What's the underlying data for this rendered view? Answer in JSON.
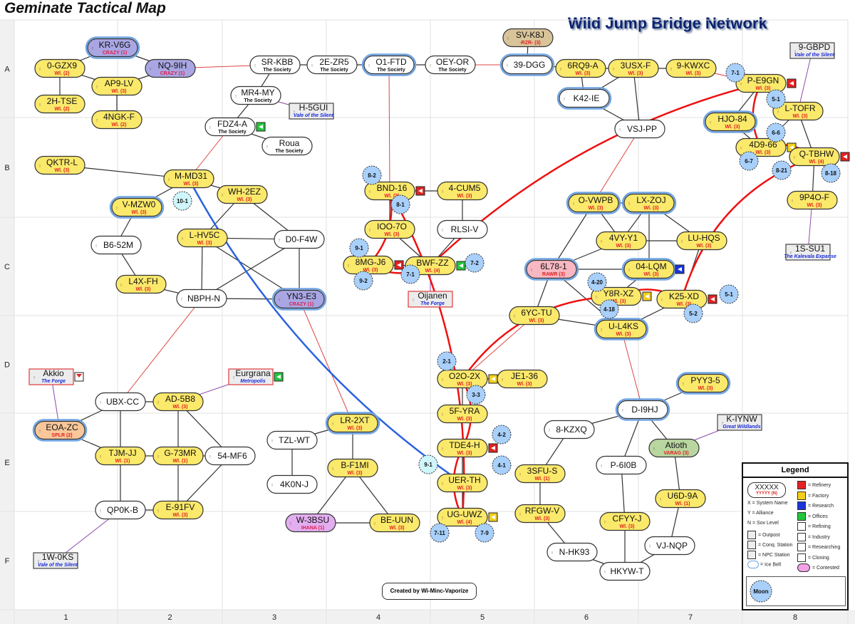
{
  "title": "Geminate Tactical Map",
  "subtitle": "Wild Jump Bridge Network",
  "credit": "Created by Wi-Minc-Vaporize",
  "colors": {
    "wl_yellow": "#fbe96b",
    "crazy_purple": "#a9a6e3",
    "npc_white": "#ffffff",
    "rzr_tan": "#d9c49a",
    "rawr_pink": "#f7b8c2",
    "splr_orange": "#f9c79a",
    "ihana_violet": "#e3aef0",
    "varag_green": "#b9d6a0",
    "ice_belt_blue": "#6fa4e4",
    "jump_red": "#ee1111",
    "jump_blue": "#2a62e0",
    "moon_blue": "#a8d0fb",
    "moon_cyan": "#cff6fb"
  },
  "grid": {
    "rows": [
      "A",
      "B",
      "C",
      "D",
      "E",
      "F"
    ],
    "cols": [
      "1",
      "2",
      "3",
      "4",
      "5",
      "6",
      "7",
      "8"
    ]
  },
  "systems": [
    {
      "name": "KR-V6G",
      "alliance": "CRAZY (1)",
      "type": "crazy",
      "ice": true
    },
    {
      "name": "0-GZX9",
      "alliance": "Wl. (2)",
      "type": "wl"
    },
    {
      "name": "NQ-9IH",
      "alliance": "CRAZY (1)",
      "type": "crazy"
    },
    {
      "name": "AP9-LV",
      "alliance": "Wl. (3)",
      "type": "wl"
    },
    {
      "name": "2H-TSE",
      "alliance": "Wl. (2)",
      "type": "wl"
    },
    {
      "name": "4NGK-F",
      "alliance": "Wl. (2)",
      "type": "wl"
    },
    {
      "name": "SR-KBB",
      "alliance": "The Society",
      "type": "npc"
    },
    {
      "name": "2E-ZR5",
      "alliance": "The Society",
      "type": "npc"
    },
    {
      "name": "O1-FTD",
      "alliance": "The Society",
      "type": "npc",
      "ice": true
    },
    {
      "name": "OEY-OR",
      "alliance": "The Society",
      "type": "npc"
    },
    {
      "name": "MR4-MY",
      "alliance": "The Society",
      "type": "npc"
    },
    {
      "name": "H-5GUI",
      "alliance": "Vale of the Silent",
      "type": "box"
    },
    {
      "name": "FDZ4-A",
      "alliance": "The Society",
      "type": "npc",
      "station": "offices"
    },
    {
      "name": "Roua",
      "alliance": "The Society",
      "type": "npc"
    },
    {
      "name": "SV-K8J",
      "alliance": "-RZR- (3)",
      "type": "rzr"
    },
    {
      "name": "39-DGG",
      "alliance": "",
      "type": "npc",
      "ice": true
    },
    {
      "name": "6RQ9-A",
      "alliance": "Wl. (3)",
      "type": "wl"
    },
    {
      "name": "3USX-F",
      "alliance": "Wl. (3)",
      "type": "wl"
    },
    {
      "name": "9-KWXC",
      "alliance": "Wl. (3)",
      "type": "wl"
    },
    {
      "name": "K42-IE",
      "alliance": "",
      "type": "npc",
      "ice": true
    },
    {
      "name": "VSJ-PP",
      "alliance": "",
      "type": "npc"
    },
    {
      "name": "9-GBPD",
      "alliance": "Vale of the Silent",
      "type": "box"
    },
    {
      "name": "P-E9GN",
      "alliance": "Wl. (3)",
      "type": "wl",
      "station": "refinery"
    },
    {
      "name": "L-TOFR",
      "alliance": "Wl. (3)",
      "type": "wl"
    },
    {
      "name": "HJO-84",
      "alliance": "Wl. (3)",
      "type": "wl",
      "ice": true
    },
    {
      "name": "4D9-66",
      "alliance": "Wl. (3)",
      "type": "wl",
      "station": "factory"
    },
    {
      "name": "Q-TBHW",
      "alliance": "Wl. (4)",
      "type": "wl",
      "station": "refinery"
    },
    {
      "name": "9P4O-F",
      "alliance": "Wl. (3)",
      "type": "wl"
    },
    {
      "name": "1S-SU1",
      "alliance": "The Kalevala Expanse",
      "type": "box"
    },
    {
      "name": "QKTR-L",
      "alliance": "Wl. (3)",
      "type": "wl"
    },
    {
      "name": "M-MD31",
      "alliance": "Wl. (3)",
      "type": "wl"
    },
    {
      "name": "WH-2EZ",
      "alliance": "Wl. (3)",
      "type": "wl"
    },
    {
      "name": "V-MZW0",
      "alliance": "Wl. (3)",
      "type": "wl",
      "ice": true
    },
    {
      "name": "L-HV5C",
      "alliance": "Wl. (3)",
      "type": "wl"
    },
    {
      "name": "D0-F4W",
      "alliance": "",
      "type": "npc"
    },
    {
      "name": "B6-52M",
      "alliance": "",
      "type": "npc"
    },
    {
      "name": "L4X-FH",
      "alliance": "Wl. (3)",
      "type": "wl"
    },
    {
      "name": "NBPH-N",
      "alliance": "",
      "type": "npc"
    },
    {
      "name": "YN3-E3",
      "alliance": "CRAZY (1)",
      "type": "crazy",
      "ice": true
    },
    {
      "name": "BND-16",
      "alliance": "Wl. (3)",
      "type": "wl",
      "station": "refinery"
    },
    {
      "name": "4-CUM5",
      "alliance": "Wl. (3)",
      "type": "wl"
    },
    {
      "name": "IOO-7O",
      "alliance": "Wl. (3)",
      "type": "wl"
    },
    {
      "name": "RLSI-V",
      "alliance": "",
      "type": "npc"
    },
    {
      "name": "8MG-J6",
      "alliance": "Wl. (3)",
      "type": "wl",
      "station": "refinery"
    },
    {
      "name": "BWF-ZZ",
      "alliance": "Wl. (4)",
      "type": "wl",
      "station": "offices"
    },
    {
      "name": "Oijanen",
      "alliance": "The Forge",
      "type": "boxred"
    },
    {
      "name": "O-VWPB",
      "alliance": "Wl. (3)",
      "type": "wl",
      "ice": true
    },
    {
      "name": "LX-ZOJ",
      "alliance": "Wl. (3)",
      "type": "wl",
      "ice": true
    },
    {
      "name": "4VY-Y1",
      "alliance": "Wl. (3)",
      "type": "wl"
    },
    {
      "name": "LU-HQS",
      "alliance": "Wl. (3)",
      "type": "wl"
    },
    {
      "name": "6L78-1",
      "alliance": "RAWR (3)",
      "type": "rawr",
      "ice": true
    },
    {
      "name": "04-LQM",
      "alliance": "Wl. (3)",
      "type": "wl",
      "ice": true,
      "station": "research"
    },
    {
      "name": "Y8R-XZ",
      "alliance": "Wl. (3)",
      "type": "wl",
      "station": "factory"
    },
    {
      "name": "K25-XD",
      "alliance": "Wl. (3)",
      "type": "wl",
      "station": "refinery"
    },
    {
      "name": "6YC-TU",
      "alliance": "Wl. (3)",
      "type": "wl"
    },
    {
      "name": "U-L4KS",
      "alliance": "Wl. (3)",
      "type": "wl",
      "ice": true
    },
    {
      "name": "Akkio",
      "alliance": "The Forge",
      "type": "boxred",
      "station": "refining"
    },
    {
      "name": "Eurgrana",
      "alliance": "Metropolis",
      "type": "boxred",
      "station": "offices"
    },
    {
      "name": "UBX-CC",
      "alliance": "",
      "type": "npc"
    },
    {
      "name": "AD-5B8",
      "alliance": "Wl. (3)",
      "type": "wl"
    },
    {
      "name": "EOA-ZC",
      "alliance": "SPLR (2)",
      "type": "splr",
      "ice": true
    },
    {
      "name": "TJM-JJ",
      "alliance": "Wl. (1)",
      "type": "wl"
    },
    {
      "name": "G-73MR",
      "alliance": "Wl. (1)",
      "type": "wl"
    },
    {
      "name": "54-MF6",
      "alliance": "",
      "type": "npc"
    },
    {
      "name": "QP0K-B",
      "alliance": "",
      "type": "npc"
    },
    {
      "name": "E-91FV",
      "alliance": "Wl. (3)",
      "type": "wl"
    },
    {
      "name": "1W-0KS",
      "alliance": "Vale of the Silent",
      "type": "box"
    },
    {
      "name": "LR-2XT",
      "alliance": "Wl. (3)",
      "type": "wl",
      "ice": true
    },
    {
      "name": "TZL-WT",
      "alliance": "",
      "type": "npc"
    },
    {
      "name": "4K0N-J",
      "alliance": "",
      "type": "npc"
    },
    {
      "name": "B-F1MI",
      "alliance": "Wl. (3)",
      "type": "wl"
    },
    {
      "name": "W-3BSU",
      "alliance": "IHANA (1)",
      "type": "ihana"
    },
    {
      "name": "BE-UUN",
      "alliance": "Wl. (3)",
      "type": "wl"
    },
    {
      "name": "O2O-2X",
      "alliance": "Wl. (3)",
      "type": "wl",
      "station": "factory"
    },
    {
      "name": "JE1-36",
      "alliance": "Wl. (3)",
      "type": "wl"
    },
    {
      "name": "5F-YRA",
      "alliance": "Wl. (3)",
      "type": "wl"
    },
    {
      "name": "TDE4-H",
      "alliance": "Wl. (3)",
      "type": "wl",
      "station": "refinery"
    },
    {
      "name": "UER-TH",
      "alliance": "Wl. (3)",
      "type": "wl"
    },
    {
      "name": "UG-UWZ",
      "alliance": "Wl. (4)",
      "type": "wl",
      "station": "factory"
    },
    {
      "name": "D-I9HJ",
      "alliance": "",
      "type": "npc",
      "ice": true
    },
    {
      "name": "PYY3-5",
      "alliance": "Wl. (3)",
      "type": "wl",
      "ice": true
    },
    {
      "name": "K-IYNW",
      "alliance": "Great Wildlands",
      "type": "box"
    },
    {
      "name": "8-KZXQ",
      "alliance": "",
      "type": "npc"
    },
    {
      "name": "Atioth",
      "alliance": "VARAG (3)",
      "type": "varag"
    },
    {
      "name": "P-6I0B",
      "alliance": "",
      "type": "npc"
    },
    {
      "name": "3SFU-S",
      "alliance": "Wl. (1)",
      "type": "wl"
    },
    {
      "name": "U6D-9A",
      "alliance": "Wl. (1)",
      "type": "wl"
    },
    {
      "name": "RFGW-V",
      "alliance": "Wl. (3)",
      "type": "wl"
    },
    {
      "name": "CFYY-J",
      "alliance": "Wl. (3)",
      "type": "wl"
    },
    {
      "name": "VJ-NQP",
      "alliance": "",
      "type": "npc"
    },
    {
      "name": "N-HK93",
      "alliance": "",
      "type": "npc"
    },
    {
      "name": "HKYW-T",
      "alliance": "",
      "type": "npc"
    }
  ],
  "connections": [
    [
      "KR-V6G",
      "0-GZX9",
      "gate"
    ],
    [
      "KR-V6G",
      "NQ-9IH",
      "gate"
    ],
    [
      "0-GZX9",
      "AP9-LV",
      "gate"
    ],
    [
      "NQ-9IH",
      "AP9-LV",
      "gate"
    ],
    [
      "0-GZX9",
      "2H-TSE",
      "gate"
    ],
    [
      "AP9-LV",
      "4NGK-F",
      "gate"
    ],
    [
      "NQ-9IH",
      "SR-KBB",
      "region"
    ],
    [
      "SR-KBB",
      "2E-ZR5",
      "gate"
    ],
    [
      "2E-ZR5",
      "O1-FTD",
      "gate"
    ],
    [
      "O1-FTD",
      "OEY-OR",
      "gate"
    ],
    [
      "OEY-OR",
      "39-DGG",
      "region"
    ],
    [
      "SR-KBB",
      "MR4-MY",
      "gate"
    ],
    [
      "MR4-MY",
      "H-5GUI",
      "const"
    ],
    [
      "MR4-MY",
      "FDZ4-A",
      "gate"
    ],
    [
      "FDZ4-A",
      "Roua",
      "gate"
    ],
    [
      "FDZ4-A",
      "M-MD31",
      "region"
    ],
    [
      "O1-FTD",
      "BND-16",
      "region"
    ],
    [
      "39-DGG",
      "SV-K8J",
      "gate"
    ],
    [
      "39-DGG",
      "6RQ9-A",
      "gate"
    ],
    [
      "6RQ9-A",
      "3USX-F",
      "gate"
    ],
    [
      "3USX-F",
      "9-KWXC",
      "gate"
    ],
    [
      "6RQ9-A",
      "K42-IE",
      "gate"
    ],
    [
      "K42-IE",
      "3USX-F",
      "gate"
    ],
    [
      "K42-IE",
      "VSJ-PP",
      "gate"
    ],
    [
      "3USX-F",
      "VSJ-PP",
      "gate"
    ],
    [
      "9-KWXC",
      "P-E9GN",
      "region"
    ],
    [
      "P-E9GN",
      "HJO-84",
      "gate"
    ],
    [
      "HJO-84",
      "4D9-66",
      "gate"
    ],
    [
      "L-TOFR",
      "4D9-66",
      "gate"
    ],
    [
      "L-TOFR",
      "Q-TBHW",
      "gate"
    ],
    [
      "9-GBPD",
      "L-TOFR",
      "const"
    ],
    [
      "Q-TBHW",
      "9P4O-F",
      "gate"
    ],
    [
      "9P4O-F",
      "1S-SU1",
      "const"
    ],
    [
      "VSJ-PP",
      "O-VWPB",
      "region"
    ],
    [
      "QKTR-L",
      "M-MD31",
      "gate"
    ],
    [
      "M-MD31",
      "WH-2EZ",
      "gate"
    ],
    [
      "M-MD31",
      "V-MZW0",
      "gate"
    ],
    [
      "V-MZW0",
      "B6-52M",
      "gate"
    ],
    [
      "B6-52M",
      "L4X-FH",
      "gate"
    ],
    [
      "L4X-FH",
      "NBPH-N",
      "gate"
    ],
    [
      "WH-2EZ",
      "L-HV5C",
      "gate"
    ],
    [
      "WH-2EZ",
      "D0-F4W",
      "gate"
    ],
    [
      "L-HV5C",
      "D0-F4W",
      "gate"
    ],
    [
      "L-HV5C",
      "NBPH-N",
      "gate"
    ],
    [
      "L-HV5C",
      "YN3-E3",
      "gate"
    ],
    [
      "D0-F4W",
      "NBPH-N",
      "gate"
    ],
    [
      "D0-F4W",
      "YN3-E3",
      "gate"
    ],
    [
      "NBPH-N",
      "YN3-E3",
      "gate"
    ],
    [
      "NBPH-N",
      "UBX-CC",
      "region"
    ],
    [
      "YN3-E3",
      "LR-2XT",
      "region"
    ],
    [
      "BND-16",
      "4-CUM5",
      "gate"
    ],
    [
      "BND-16",
      "IOO-7O",
      "gate"
    ],
    [
      "4-CUM5",
      "RLSI-V",
      "gate"
    ],
    [
      "IOO-7O",
      "BWF-ZZ",
      "gate"
    ],
    [
      "RLSI-V",
      "BWF-ZZ",
      "gate"
    ],
    [
      "8MG-J6",
      "BWF-ZZ",
      "gate"
    ],
    [
      "BWF-ZZ",
      "Oijanen",
      "const"
    ],
    [
      "O-VWPB",
      "LX-ZOJ",
      "gate"
    ],
    [
      "O-VWPB",
      "4VY-Y1",
      "gate"
    ],
    [
      "O-VWPB",
      "6L78-1",
      "gate"
    ],
    [
      "LX-ZOJ",
      "4VY-Y1",
      "gate"
    ],
    [
      "LX-ZOJ",
      "LU-HQS",
      "gate"
    ],
    [
      "LX-ZOJ",
      "04-LQM",
      "gate"
    ],
    [
      "4VY-Y1",
      "LU-HQS",
      "gate"
    ],
    [
      "4VY-Y1",
      "6L78-1",
      "gate"
    ],
    [
      "6L78-1",
      "04-LQM",
      "gate"
    ],
    [
      "6L78-1",
      "6YC-TU",
      "gate"
    ],
    [
      "6L78-1",
      "U-L4KS",
      "gate"
    ],
    [
      "Y8R-XZ",
      "04-LQM",
      "gate"
    ],
    [
      "LU-HQS",
      "K25-XD",
      "gate"
    ],
    [
      "K25-XD",
      "U-L4KS",
      "gate"
    ],
    [
      "6YC-TU",
      "U-L4KS",
      "gate"
    ],
    [
      "6YC-TU",
      "O2O-2X",
      "region"
    ],
    [
      "U-L4KS",
      "D-I9HJ",
      "region"
    ],
    [
      "Akkio",
      "EOA-ZC",
      "const"
    ],
    [
      "EOA-ZC",
      "UBX-CC",
      "gate"
    ],
    [
      "EOA-ZC",
      "TJM-JJ",
      "gate"
    ],
    [
      "UBX-CC",
      "AD-5B8",
      "gate"
    ],
    [
      "UBX-CC",
      "TJM-JJ",
      "gate"
    ],
    [
      "AD-5B8",
      "Eurgrana",
      "const"
    ],
    [
      "AD-5B8",
      "G-73MR",
      "gate"
    ],
    [
      "AD-5B8",
      "54-MF6",
      "gate"
    ],
    [
      "TJM-JJ",
      "G-73MR",
      "gate"
    ],
    [
      "G-73MR",
      "54-MF6",
      "gate"
    ],
    [
      "TJM-JJ",
      "QP0K-B",
      "gate"
    ],
    [
      "G-73MR",
      "E-91FV",
      "gate"
    ],
    [
      "QP0K-B",
      "E-91FV",
      "gate"
    ],
    [
      "E-91FV",
      "54-MF6",
      "gate"
    ],
    [
      "QP0K-B",
      "1W-0KS",
      "const"
    ],
    [
      "LR-2XT",
      "TZL-WT",
      "gate"
    ],
    [
      "TZL-WT",
      "4K0N-J",
      "gate"
    ],
    [
      "LR-2XT",
      "B-F1MI",
      "gate"
    ],
    [
      "B-F1MI",
      "W-3BSU",
      "gate"
    ],
    [
      "B-F1MI",
      "BE-UUN",
      "gate"
    ],
    [
      "W-3BSU",
      "BE-UUN",
      "gate"
    ],
    [
      "O2O-2X",
      "JE1-36",
      "gate"
    ],
    [
      "O2O-2X",
      "5F-YRA",
      "gate"
    ],
    [
      "5F-YRA",
      "TDE4-H",
      "gate"
    ],
    [
      "TDE4-H",
      "UER-TH",
      "gate"
    ],
    [
      "UER-TH",
      "UG-UWZ",
      "gate"
    ],
    [
      "D-I9HJ",
      "PYY3-5",
      "gate"
    ],
    [
      "D-I9HJ",
      "8-KZXQ",
      "gate"
    ],
    [
      "D-I9HJ",
      "P-6I0B",
      "gate"
    ],
    [
      "D-I9HJ",
      "Atioth",
      "gate"
    ],
    [
      "Atioth",
      "K-IYNW",
      "const"
    ],
    [
      "8-KZXQ",
      "3SFU-S",
      "gate"
    ],
    [
      "3SFU-S",
      "RFGW-V",
      "gate"
    ],
    [
      "RFGW-V",
      "N-HK93",
      "gate"
    ],
    [
      "N-HK93",
      "HKYW-T",
      "gate"
    ],
    [
      "P-6I0B",
      "CFYY-J",
      "gate"
    ],
    [
      "CFYY-J",
      "HKYW-T",
      "gate"
    ],
    [
      "Atioth",
      "U6D-9A",
      "gate"
    ],
    [
      "U6D-9A",
      "VJ-NQP",
      "gate"
    ],
    [
      "VJ-NQP",
      "HKYW-T",
      "gate"
    ]
  ],
  "jump_bridges": [
    {
      "from": "BWF-ZZ",
      "to": "P-E9GN",
      "moon_a": "7-2",
      "moon_b": "7-1",
      "color": "red"
    },
    {
      "from": "P-E9GN",
      "to": "4D9-66",
      "moon_a": "5-1",
      "moon_b": "6-6",
      "color": "red"
    },
    {
      "from": "4D9-66",
      "to": "Q-TBHW",
      "moon_a": "6-7",
      "moon_b": "8-21",
      "color": "red"
    },
    {
      "from": "Q-TBHW",
      "to": "K25-XD",
      "moon_a": "8-18",
      "moon_b": "5-1",
      "color": "red"
    },
    {
      "from": "Y8R-XZ",
      "to": "K25-XD",
      "moon_a": "4-18",
      "moon_b": "5-2",
      "color": "red"
    },
    {
      "from": "Y8R-XZ",
      "to": "O2O-2X",
      "moon_a": "4-20",
      "moon_b": "2-1",
      "color": "red"
    },
    {
      "from": "O2O-2X",
      "to": "TDE4-H",
      "moon_a": "3-3",
      "moon_b": "4-2",
      "color": "red"
    },
    {
      "from": "TDE4-H",
      "to": "UG-UWZ",
      "moon_a": "4-1",
      "moon_b": "7-9",
      "color": "red"
    },
    {
      "from": "BND-16",
      "to": "8MG-J6",
      "moon_a": "8-1",
      "moon_b": "9-1",
      "color": "red"
    },
    {
      "from": "8MG-J6",
      "to": "BWF-ZZ",
      "moon_a": "9-2",
      "moon_b": "7-1",
      "color": "red"
    },
    {
      "from": "BND-16",
      "to": "UG-UWZ",
      "moon_a": "8-2",
      "moon_b": "7-11",
      "color": "red"
    },
    {
      "from": "M-MD31",
      "to": "UER-TH",
      "moon_a": "10-1",
      "moon_b": "9-1",
      "color": "blue"
    }
  ],
  "moons": [
    {
      "label": "7-1",
      "near": "P-E9GN"
    },
    {
      "label": "5-1",
      "near": "P-E9GN"
    },
    {
      "label": "6-6",
      "near": "4D9-66"
    },
    {
      "label": "6-7",
      "near": "4D9-66"
    },
    {
      "label": "8-21",
      "near": "Q-TBHW"
    },
    {
      "label": "8-18",
      "near": "Q-TBHW"
    },
    {
      "label": "10-1",
      "near": "M-MD31"
    },
    {
      "label": "8-2",
      "near": "BND-16"
    },
    {
      "label": "8-1",
      "near": "BND-16"
    },
    {
      "label": "9-1",
      "near": "8MG-J6"
    },
    {
      "label": "9-2",
      "near": "8MG-J6"
    },
    {
      "label": "7-1",
      "near": "BWF-ZZ"
    },
    {
      "label": "7-2",
      "near": "BWF-ZZ"
    },
    {
      "label": "4-20",
      "near": "Y8R-XZ"
    },
    {
      "label": "4-18",
      "near": "Y8R-XZ"
    },
    {
      "label": "5-1",
      "near": "K25-XD"
    },
    {
      "label": "5-2",
      "near": "K25-XD"
    },
    {
      "label": "2-1",
      "near": "O2O-2X"
    },
    {
      "label": "3-3",
      "near": "O2O-2X"
    },
    {
      "label": "4-2",
      "near": "TDE4-H"
    },
    {
      "label": "4-1",
      "near": "TDE4-H"
    },
    {
      "label": "9-1",
      "near": "UER-TH"
    },
    {
      "label": "7-11",
      "near": "UG-UWZ"
    },
    {
      "label": "7-9",
      "near": "UG-UWZ"
    }
  ],
  "legend": {
    "title": "Legend",
    "sample_name": "XXXXX",
    "sample_alliance": "YYYYY (N)",
    "left_items": [
      "X  = System Name",
      "Y  = Alliance",
      "N  = Sov Level",
      "= Outpost",
      "= Conq. Station",
      "= NPC Station",
      "= Ice Belt"
    ],
    "right_items": [
      "= Refinery",
      "= Factory",
      "= Research",
      "= Offices",
      "= Refining",
      "= Industry",
      "= Researching",
      "= Cloning",
      "= Contested"
    ],
    "moon_label": "Moon"
  }
}
